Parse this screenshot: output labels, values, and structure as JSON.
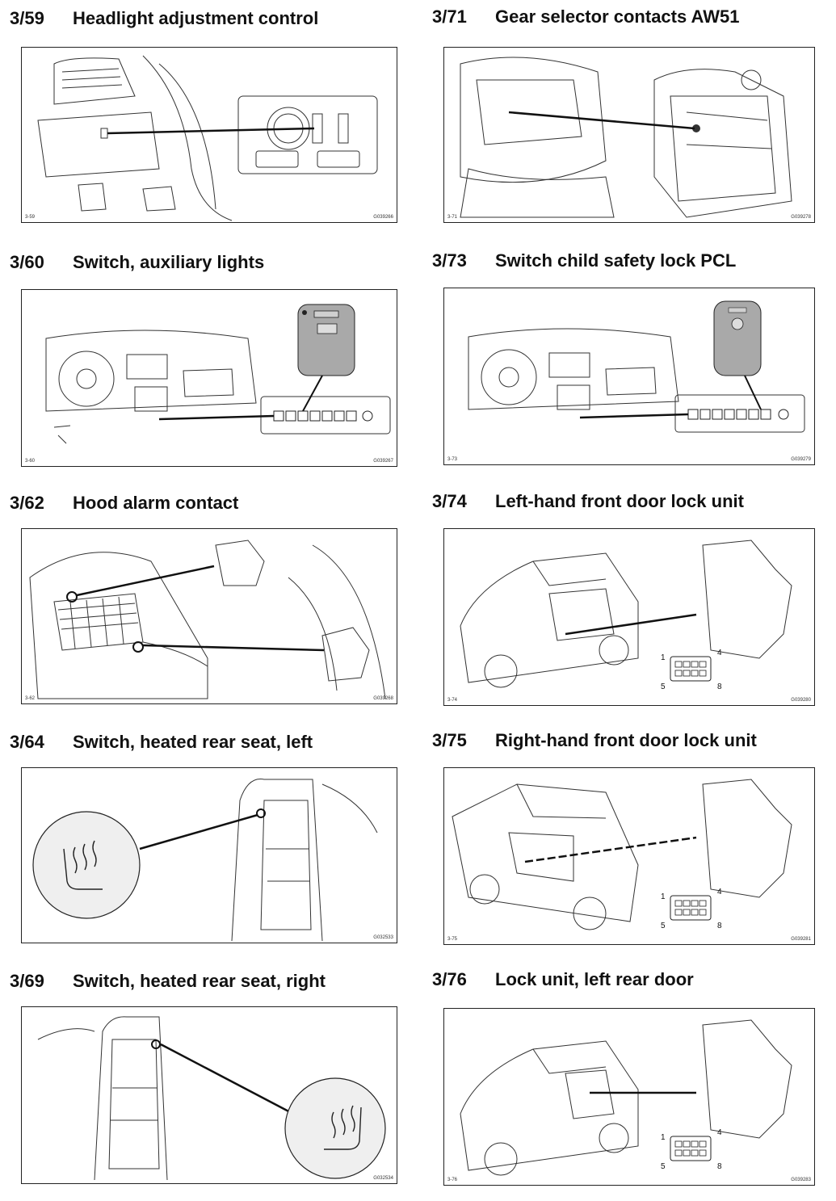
{
  "panels": [
    {
      "id": "p359",
      "code": "3/59",
      "title": "Headlight adjustment control",
      "ref": "3-59",
      "figure": "G039266"
    },
    {
      "id": "p371",
      "code": "3/71",
      "title": "Gear selector contacts AW51",
      "ref": "3-71",
      "figure": "G039278"
    },
    {
      "id": "p360",
      "code": "3/60",
      "title": "Switch, auxiliary lights",
      "ref": "3-60",
      "figure": "G039267"
    },
    {
      "id": "p373",
      "code": "3/73",
      "title": "Switch child safety lock PCL",
      "ref": "3-73",
      "figure": "G039279"
    },
    {
      "id": "p362",
      "code": "3/62",
      "title": "Hood alarm contact",
      "ref": "3-62",
      "figure": "G039268"
    },
    {
      "id": "p374",
      "code": "3/74",
      "title": "Left-hand front door lock unit",
      "ref": "3-74",
      "figure": "G039280",
      "pins": {
        "p1": "1",
        "p4": "4",
        "p5": "5",
        "p8": "8"
      }
    },
    {
      "id": "p364",
      "code": "3/64",
      "title": "Switch, heated rear seat, left",
      "ref": "",
      "figure": "G032533"
    },
    {
      "id": "p375",
      "code": "3/75",
      "title": "Right-hand front door lock unit",
      "ref": "3-75",
      "figure": "G039281",
      "pins": {
        "p1": "1",
        "p4": "4",
        "p5": "5",
        "p8": "8"
      }
    },
    {
      "id": "p369",
      "code": "3/69",
      "title": "Switch, heated rear seat, right",
      "ref": "",
      "figure": "G032534"
    },
    {
      "id": "p376",
      "code": "3/76",
      "title": "Lock unit, left rear door",
      "ref": "3-76",
      "figure": "G039283",
      "pins": {
        "p1": "1",
        "p4": "4",
        "p5": "5",
        "p8": "8"
      }
    }
  ]
}
